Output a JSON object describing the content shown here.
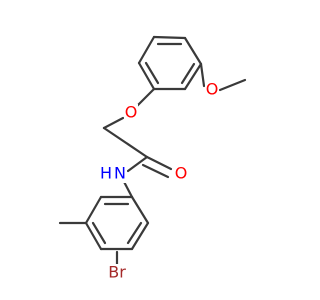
{
  "colors": {
    "bond": "#3a3a3a",
    "oxygen": "#ff0000",
    "nitrogen": "#0000ff",
    "bromine": "#a52a2a",
    "background": "#ffffff"
  },
  "labels": {
    "methoxy_oxygen": "O",
    "ether_oxygen": "O",
    "carbonyl_oxygen": "O",
    "amide_nitrogen": "N",
    "amide_hydrogen": "H",
    "bromine": "Br"
  }
}
